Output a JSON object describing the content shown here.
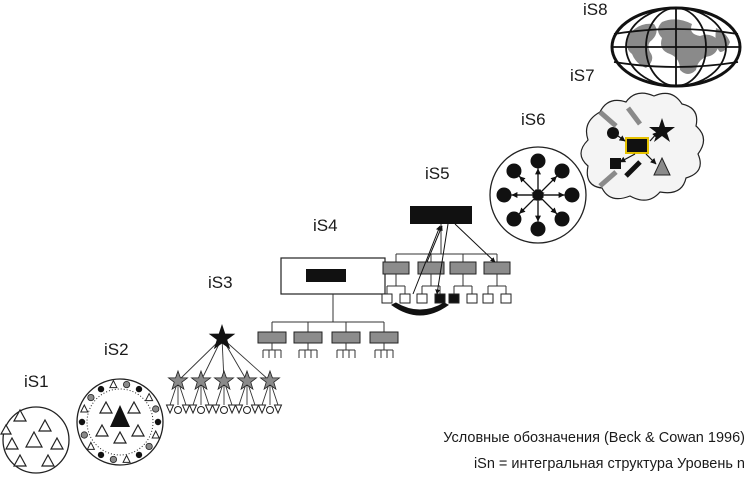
{
  "levels": [
    {
      "id": "iS1",
      "label": "iS1"
    },
    {
      "id": "iS2",
      "label": "iS2"
    },
    {
      "id": "iS3",
      "label": "iS3"
    },
    {
      "id": "iS4",
      "label": "iS4"
    },
    {
      "id": "iS5",
      "label": "iS5"
    },
    {
      "id": "iS6",
      "label": "iS6"
    },
    {
      "id": "iS7",
      "label": "iS7"
    },
    {
      "id": "iS8",
      "label": "iS8"
    }
  ],
  "legend": {
    "line1": "Условные обозначения (Beck & Cowan 1996)",
    "line2": "iSn = интегральная структура Уровень n"
  },
  "colors": {
    "ink": "#111111",
    "box_gray": "#8c8c8c",
    "star_gray": "#8a8a8a",
    "cloud_fill": "#f4f4f4",
    "highlight": "#e6c200"
  }
}
